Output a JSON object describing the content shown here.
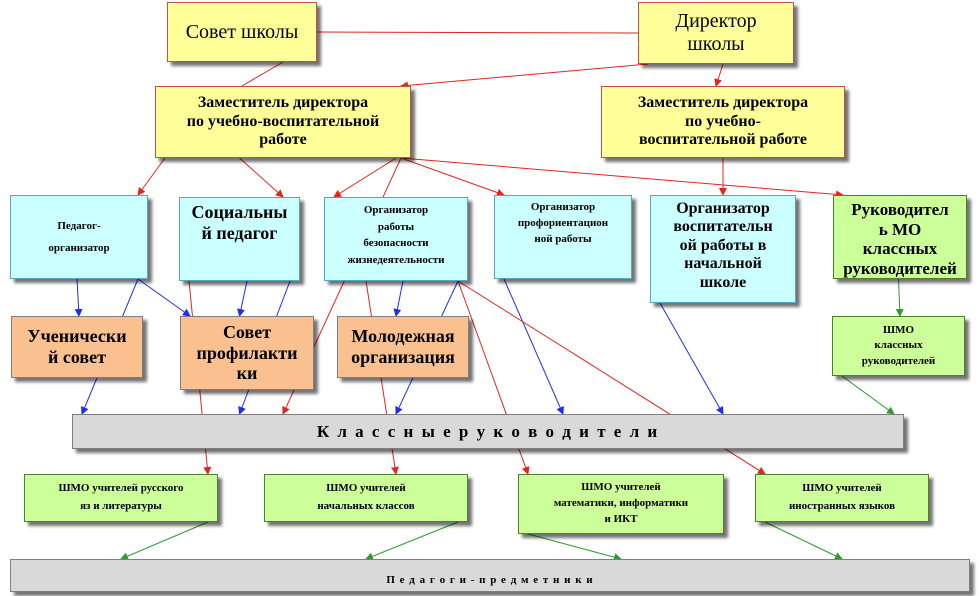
{
  "nodes": {
    "school_council": "Совет школы",
    "director": "Директор\nшколы",
    "deputy_left": "Заместитель директора\nпо учебно-воспитательной\nработе",
    "deputy_right": "Заместитель директора\nпо учебно-\nвоспитательной работе",
    "teacher_organizer": "Педагог-\nорганизатор",
    "social_teacher": "Социальны\nй педагог",
    "safety_organizer": "Организатор\nработы\nбезопасности\nжизнедеятельности",
    "career_organizer": "Организатор\nпрофориентацион\nной работы",
    "primary_organizer": "Организатор\nвоспитательн\nой работы в\nначальной\nшколе",
    "mo_head": "Руководител\nь МО\nклассных\nруководителей",
    "student_council": "Ученически\nй совет",
    "prevention_council": "Совет\nпрофилакти\nки",
    "youth_org": "Молодежная\nорганизация",
    "shmo_class": "ШМО\nклассных\nруководителей",
    "class_teachers": "К л а с с н ы е   р у к о в о д и т е л и",
    "shmo_russian": "ШМО  учителей русского\nяз и литературы",
    "shmo_primary": "ШМО  учителей\nначальных классов",
    "shmo_math": "ШМО учителей\nматематики, информатики\nи ИКТ",
    "shmo_foreign": "ШМО  учителей\nиностранных языков",
    "subject_teachers": "П е д а г о г и - п р е д м е т н и к и"
  },
  "colors": {
    "red_edge": "#e0261f",
    "blue_edge": "#1f2ee8",
    "green_edge": "#2f9a2f"
  },
  "edges": [
    [
      "school_council",
      "director",
      "red",
      "line"
    ],
    [
      "school_council",
      "deputy_left",
      "red",
      "line"
    ],
    [
      "director",
      "deputy_left",
      "red",
      "arrow"
    ],
    [
      "director",
      "deputy_right",
      "red",
      "arrow"
    ],
    [
      "deputy_left",
      "teacher_organizer",
      "red",
      "arrow"
    ],
    [
      "deputy_left",
      "social_teacher",
      "red",
      "arrow"
    ],
    [
      "deputy_left",
      "safety_organizer",
      "red",
      "arrow"
    ],
    [
      "deputy_left",
      "career_organizer",
      "red",
      "arrow"
    ],
    [
      "deputy_left",
      "mo_head",
      "red",
      "arrow"
    ],
    [
      "deputy_right",
      "primary_organizer",
      "red",
      "arrow"
    ],
    [
      "deputy_left",
      "class_teachers",
      "red",
      "arrow"
    ],
    [
      "teacher_organizer",
      "student_council",
      "blue",
      "arrow"
    ],
    [
      "teacher_organizer",
      "prevention_council",
      "blue",
      "arrow"
    ],
    [
      "teacher_organizer",
      "class_teachers",
      "blue",
      "arrow"
    ],
    [
      "social_teacher",
      "prevention_council",
      "blue",
      "arrow"
    ],
    [
      "social_teacher",
      "class_teachers",
      "blue",
      "arrow"
    ],
    [
      "safety_organizer",
      "youth_org",
      "blue",
      "arrow"
    ],
    [
      "safety_organizer",
      "class_teachers",
      "blue",
      "arrow"
    ],
    [
      "career_organizer",
      "class_teachers",
      "blue",
      "arrow"
    ],
    [
      "primary_organizer",
      "class_teachers",
      "blue",
      "arrow"
    ],
    [
      "mo_head",
      "shmo_class",
      "green",
      "arrow"
    ],
    [
      "shmo_class",
      "class_teachers",
      "green",
      "arrow"
    ],
    [
      "social_teacher",
      "shmo_russian",
      "red",
      "arrow"
    ],
    [
      "safety_organizer",
      "shmo_primary",
      "red",
      "arrow"
    ],
    [
      "safety_organizer",
      "shmo_math",
      "red",
      "arrow"
    ],
    [
      "safety_organizer",
      "shmo_foreign",
      "red",
      "arrow"
    ],
    [
      "shmo_russian",
      "subject_teachers",
      "green",
      "arrow"
    ],
    [
      "shmo_primary",
      "subject_teachers",
      "green",
      "arrow"
    ],
    [
      "shmo_math",
      "subject_teachers",
      "green",
      "arrow"
    ],
    [
      "shmo_foreign",
      "subject_teachers",
      "green",
      "arrow"
    ]
  ]
}
